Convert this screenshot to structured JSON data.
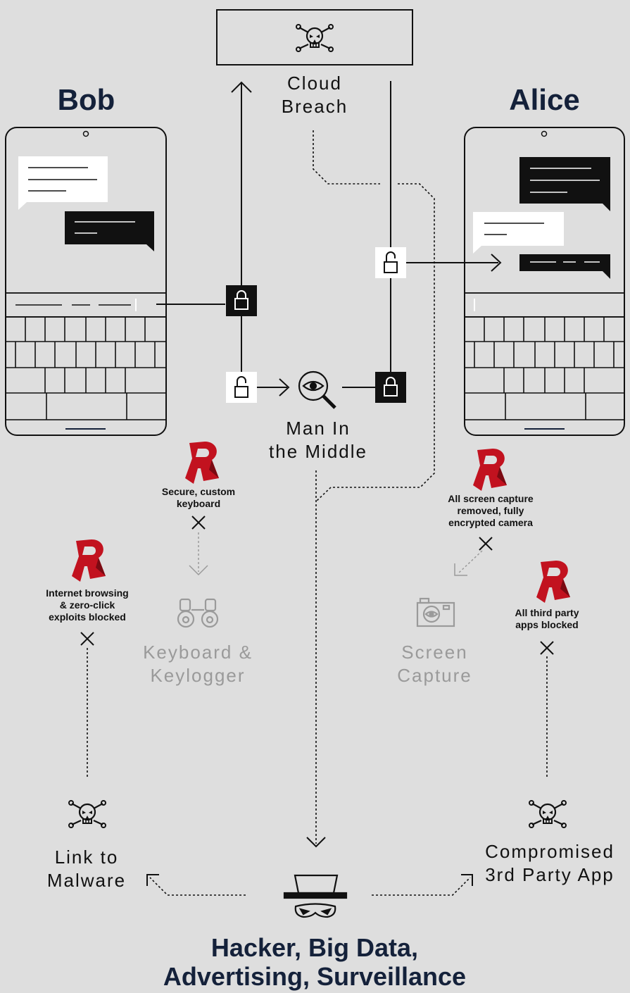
{
  "users": {
    "left": "Bob",
    "right": "Alice"
  },
  "threats": {
    "cloud_breach": [
      "Cloud",
      "Breach"
    ],
    "mitm": [
      "Man In",
      "the Middle"
    ],
    "keylogger": [
      "Keyboard &",
      "Keylogger"
    ],
    "screen_capture": [
      "Screen",
      "Capture"
    ],
    "malware_link": [
      "Link to",
      "Malware"
    ],
    "third_party_app": [
      "Compromised",
      "3rd Party App"
    ]
  },
  "protections": {
    "keyboard": [
      "Secure, custom",
      "keyboard"
    ],
    "camera": [
      "All screen capture",
      "removed, fully",
      "encrypted camera"
    ],
    "browsing": [
      "Internet browsing",
      "& zero-click",
      "exploits blocked"
    ],
    "apps": [
      "All third party",
      "apps blocked"
    ]
  },
  "adversary": [
    "Hacker, Big Data,",
    "Advertising, Surveillance"
  ],
  "icons": {
    "skull": "skull-crossbones-icon",
    "lock_closed": "lock-closed-icon",
    "lock_open": "lock-open-icon",
    "eye_magnifier": "eye-magnifier-icon",
    "binoculars": "binoculars-icon",
    "camera": "camera-icon",
    "brand": "brand-r-logo",
    "hacker": "hacker-hat-mask-icon",
    "blocked": "x-block-icon"
  },
  "colors": {
    "background": "#dedede",
    "ink": "#111111",
    "heading": "#14213a",
    "dimmed": "#9a9a9a",
    "brand": "#c2121f"
  }
}
